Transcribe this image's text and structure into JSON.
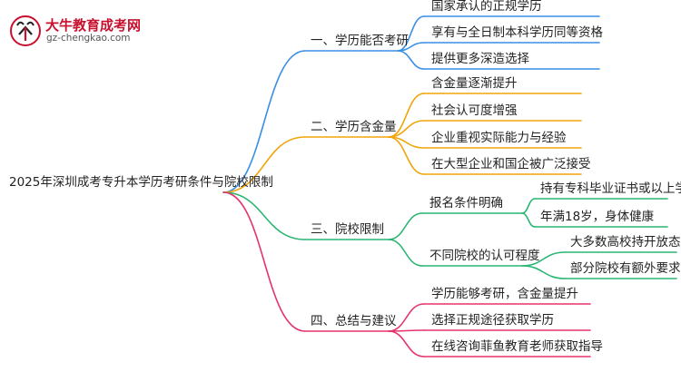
{
  "logo": {
    "title": "大牛教育成考网",
    "url": "gz-chengkao.com",
    "accent_color": "#c8102e"
  },
  "mindmap": {
    "root": "2025年深圳成考专升本学历考研条件与院校限制",
    "branches": [
      {
        "label": "一、学历能否考研",
        "color": "#3a8ee6",
        "children": [
          {
            "label": "国家承认的正规学历"
          },
          {
            "label": "享有与全日制本科学历同等资格"
          },
          {
            "label": "提供更多深造选择"
          }
        ]
      },
      {
        "label": "二、学历含金量",
        "color": "#f0a50a",
        "children": [
          {
            "label": "含金量逐渐提升"
          },
          {
            "label": "社会认可度增强"
          },
          {
            "label": "企业重视实际能力与经验"
          },
          {
            "label": "在大型企业和国企被广泛接受"
          }
        ]
      },
      {
        "label": "三、院校限制",
        "color": "#2bb673",
        "children": [
          {
            "label": "报名条件明确",
            "children": [
              {
                "label": "持有专科毕业证书或以上学历"
              },
              {
                "label": "年满18岁，身体健康"
              }
            ]
          },
          {
            "label": "不同院校的认可程度",
            "children": [
              {
                "label": "大多数高校持开放态度"
              },
              {
                "label": "部分院校有额外要求"
              }
            ]
          }
        ]
      },
      {
        "label": "四、总结与建议",
        "color": "#e5336b",
        "children": [
          {
            "label": "学历能够考研，含金量提升"
          },
          {
            "label": "选择正规途径获取学历"
          },
          {
            "label": "在线咨询菲鱼教育老师获取指导"
          }
        ]
      }
    ]
  }
}
